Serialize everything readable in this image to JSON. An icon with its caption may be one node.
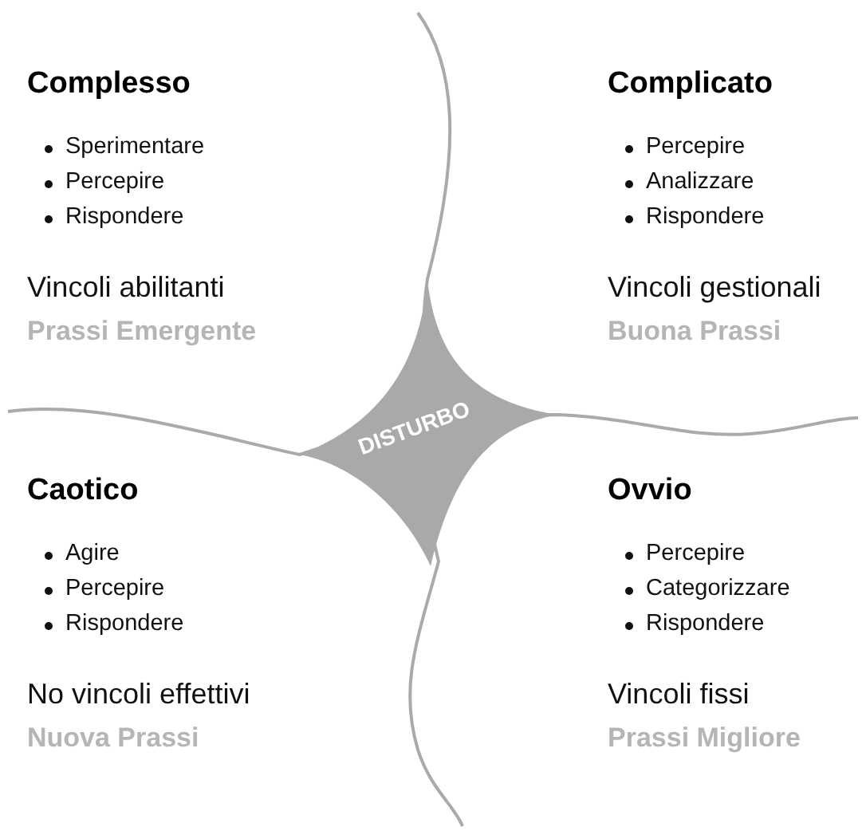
{
  "diagram": {
    "nodes": [
      {
        "text": [
          "Complesso",
          "Sperimentare",
          "Percepire",
          "Rispondere",
          "Vincoli abilitanti",
          "Prassi Emergente"
        ]
      },
      {
        "text": [
          "Complicato",
          "Percepire",
          "Analizzare",
          "Rispondere",
          "Vincoli gestionali",
          "Buona Prassi"
        ]
      },
      {
        "text": [
          "DISTURBO"
        ]
      },
      {
        "text": [
          "Caotico",
          "Agire",
          "Percepire",
          "Rispondere",
          "No vincoli effettivi",
          "Nuova Prassi"
        ]
      },
      {
        "text": [
          "Ovvio",
          "Percepire",
          "Categorizzare",
          "Rispondere",
          "Vincoli fissi",
          "Prassi Migliore"
        ]
      }
    ],
    "edges": []
  }
}
